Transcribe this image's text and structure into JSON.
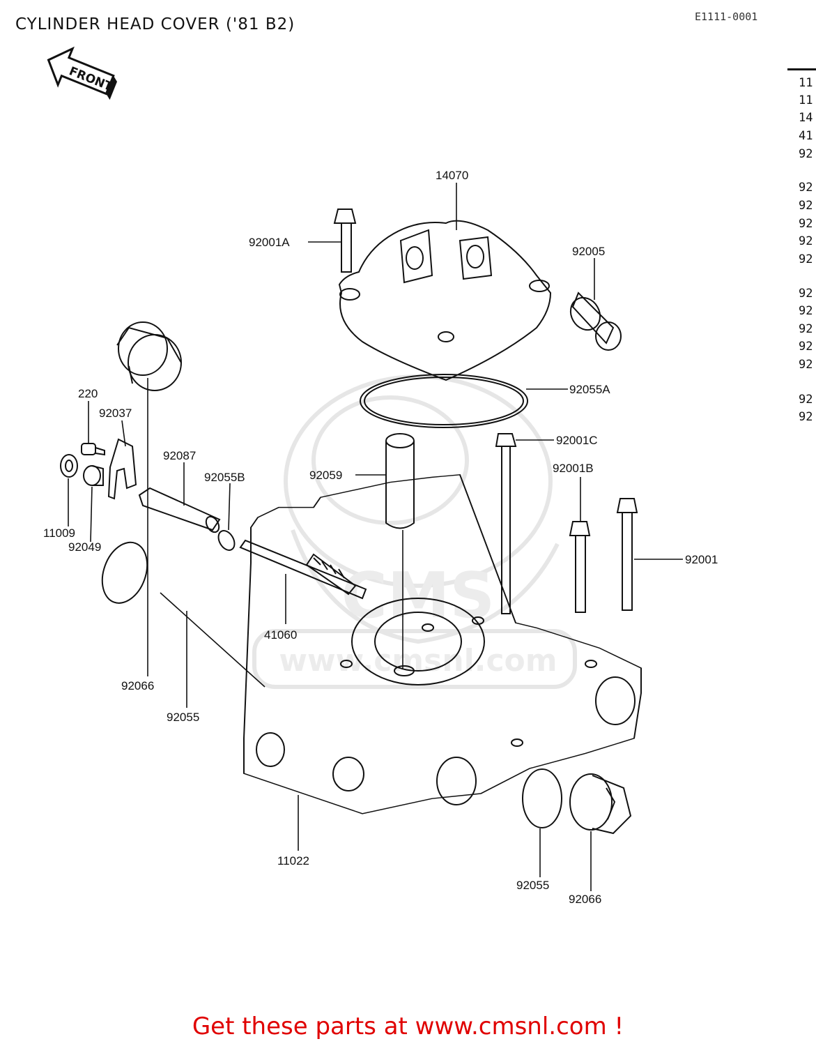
{
  "title": "CYLINDER HEAD COVER ('81 B2)",
  "doc_id": "E1111-0001",
  "front_label": "FRONT",
  "watermark": {
    "brand": "CMS",
    "url": "www.cmsnl.com"
  },
  "parts": [
    {
      "id": "p14070",
      "label": "14070"
    },
    {
      "id": "p92001A",
      "label": "92001A"
    },
    {
      "id": "p92005",
      "label": "92005"
    },
    {
      "id": "p92055A",
      "label": "92055A"
    },
    {
      "id": "p220",
      "label": "220"
    },
    {
      "id": "p92037",
      "label": "92037"
    },
    {
      "id": "p92087",
      "label": "92087"
    },
    {
      "id": "p92055B",
      "label": "92055B"
    },
    {
      "id": "p92059",
      "label": "92059"
    },
    {
      "id": "p92001C",
      "label": "92001C"
    },
    {
      "id": "p92001B",
      "label": "92001B"
    },
    {
      "id": "p92001",
      "label": "92001"
    },
    {
      "id": "p11009",
      "label": "11009"
    },
    {
      "id": "p92049",
      "label": "92049"
    },
    {
      "id": "p41060",
      "label": "41060"
    },
    {
      "id": "p92066a",
      "label": "92066"
    },
    {
      "id": "p92055a",
      "label": "92055"
    },
    {
      "id": "p11022",
      "label": "11022"
    },
    {
      "id": "p92055b",
      "label": "92055"
    },
    {
      "id": "p92066b",
      "label": "92066"
    }
  ],
  "sidebar_parts": [
    "11",
    "11",
    "14",
    "41",
    "92",
    "92",
    "92",
    "92",
    "92",
    "92",
    "92",
    "92",
    "92",
    "92",
    "92",
    "92",
    "92"
  ],
  "footer_text": "Get these parts at www.cmsnl.com !"
}
